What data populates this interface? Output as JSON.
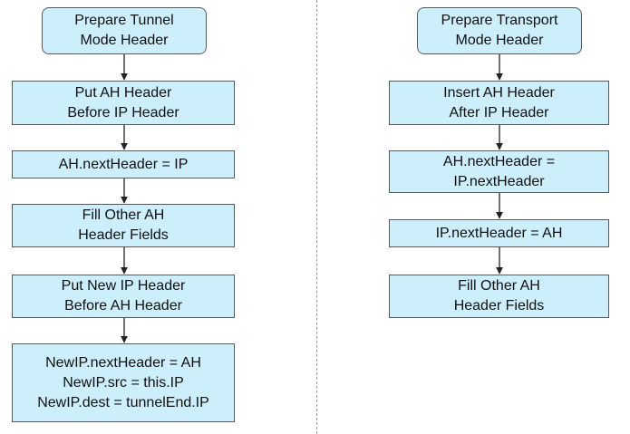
{
  "colors": {
    "box_fill": "#cdeefb",
    "box_border": "#5a5a5a",
    "arrow": "#222222",
    "divider": "#9a9a9a"
  },
  "tunnel_flow": {
    "steps": [
      "Prepare Tunnel\nMode Header",
      "Put AH Header\nBefore IP Header",
      "AH.nextHeader = IP",
      "Fill Other AH\nHeader Fields",
      "Put New IP Header\nBefore AH Header",
      "NewIP.nextHeader = AH\nNewIP.src = this.IP\nNewIP.dest = tunnelEnd.IP"
    ]
  },
  "transport_flow": {
    "steps": [
      "Prepare Transport\nMode Header",
      "Insert AH Header\nAfter IP Header",
      "AH.nextHeader =\nIP.nextHeader",
      "IP.nextHeader = AH",
      "Fill Other AH\nHeader Fields"
    ]
  }
}
